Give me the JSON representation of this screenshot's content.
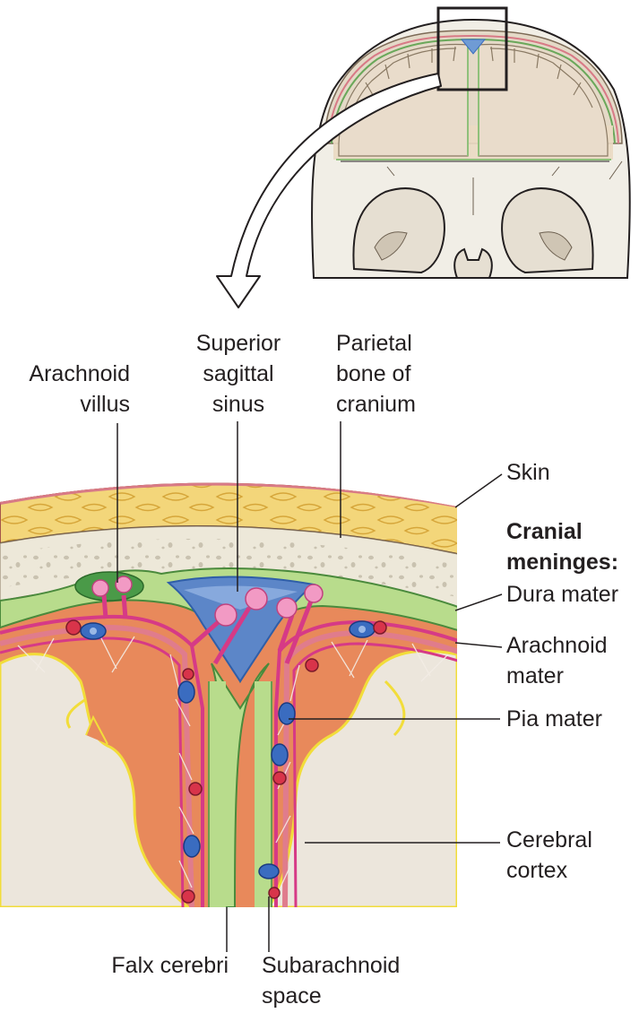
{
  "labels": {
    "arachnoid_villus": [
      "Arachnoid",
      "villus"
    ],
    "superior_sagittal_sinus": [
      "Superior",
      "sagittal",
      "sinus"
    ],
    "parietal_bone": [
      "Parietal",
      "bone of",
      "cranium"
    ],
    "skin": "Skin",
    "cranial_meninges": [
      "Cranial",
      "meninges:"
    ],
    "dura_mater": "Dura mater",
    "arachnoid_mater": [
      "Arachnoid",
      "mater"
    ],
    "pia_mater": "Pia mater",
    "cerebral_cortex": [
      "Cerebral",
      "cortex"
    ],
    "falx_cerebri": "Falx cerebri",
    "subarachnoid_space": [
      "Subarachnoid",
      "space"
    ]
  },
  "colors": {
    "skin": "#f3d67a",
    "skin_pattern": "#e7bd48",
    "bone": "#ede8d9",
    "dura": "#b8dc8c",
    "dura_dark": "#4a8a3c",
    "arachnoid": "#e07c8c",
    "pia": "#d63a86",
    "subarachnoid": "#e8895b",
    "sinus": "#5c86c8",
    "villus": "#f29ac4",
    "cortex": "#ece6dc",
    "artery": "#d8344a",
    "vein": "#3a6cc0",
    "outline": "#231f20"
  }
}
